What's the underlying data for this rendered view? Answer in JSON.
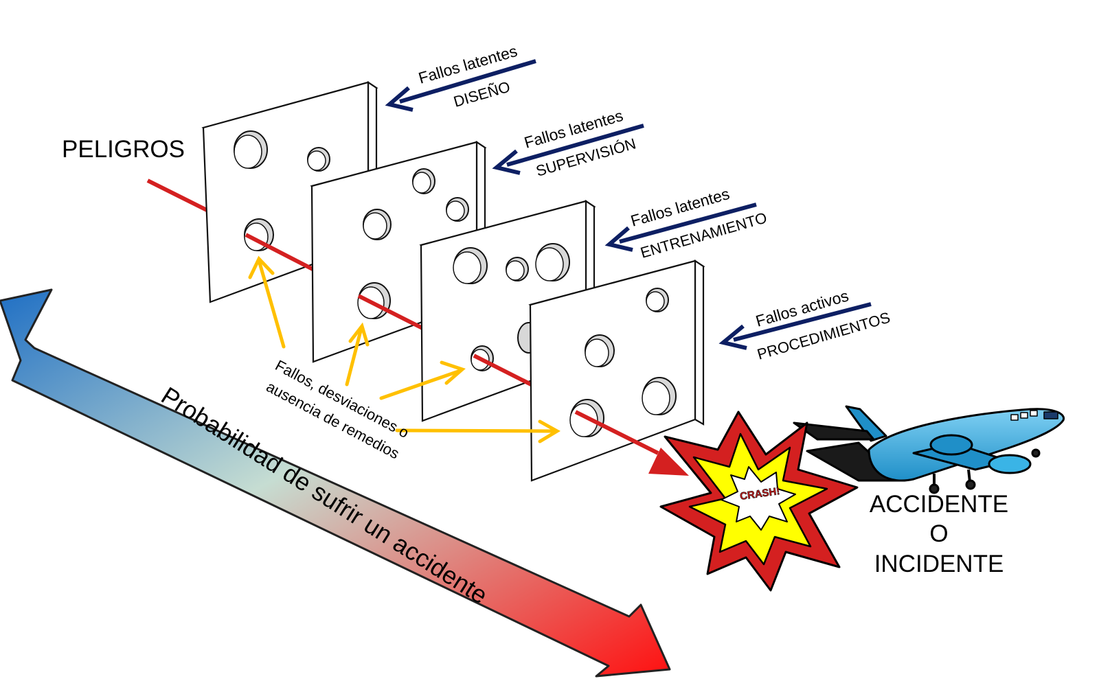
{
  "hazards_label": "PELIGROS",
  "layers": [
    {
      "title": "Fallos latentes",
      "subtitle": "DISEÑO"
    },
    {
      "title": "Fallos latentes",
      "subtitle": "SUPERVISIÓN"
    },
    {
      "title": "Fallos latentes",
      "subtitle": "ENTRENAMIENTO"
    },
    {
      "title": "Fallos activos",
      "subtitle": "PROCEDIMIENTOS"
    }
  ],
  "holes_label": [
    "Fallos, desviaciones o",
    "ausencia de remedios"
  ],
  "probability_label": "Probabilidad de sufrir un accidente",
  "outcome_label": [
    "ACCIDENTE",
    "O",
    "INCIDENTE"
  ],
  "crash_label": "CRASH!",
  "colors": {
    "hazard_line": "#d42020",
    "failure_arrows": "#ffc000",
    "layer_arrows": "#0d1f63",
    "gradient_start": "#1f6fc4",
    "gradient_mid": "#c6ddd2",
    "gradient_end": "#ff1010",
    "airplane": "#29a9e0"
  }
}
